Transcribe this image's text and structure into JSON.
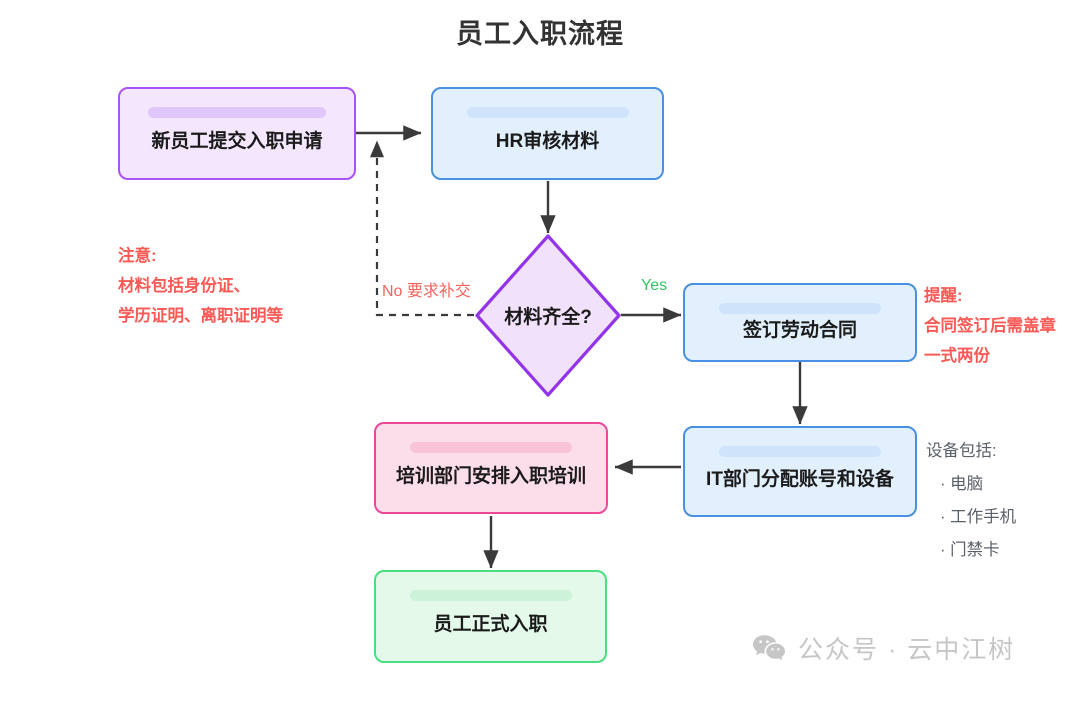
{
  "diagram": {
    "title": "员工入职流程",
    "nodes": [
      {
        "id": "n1",
        "label": "新员工提交入职申请",
        "shape": "process",
        "color": "purple",
        "border": "#a855f7",
        "fill": "#f4e6fd"
      },
      {
        "id": "n2",
        "label": "HR审核材料",
        "shape": "process",
        "color": "blue",
        "border": "#4a90e2",
        "fill": "#e2f0fd"
      },
      {
        "id": "n3",
        "label": "材料齐全?",
        "shape": "decision",
        "color": "purple",
        "border": "#9333ea",
        "fill": "#f1e1fb"
      },
      {
        "id": "n4",
        "label": "签订劳动合同",
        "shape": "process",
        "color": "blue",
        "border": "#4a90e2",
        "fill": "#e2f0fd"
      },
      {
        "id": "n5",
        "label": "IT部门分配账号和设备",
        "shape": "process",
        "color": "blue",
        "border": "#4a90e2",
        "fill": "#e2f0fd"
      },
      {
        "id": "n6",
        "label": "培训部门安排入职培训",
        "shape": "process",
        "color": "pink",
        "border": "#ec4899",
        "fill": "#fcdeeb"
      },
      {
        "id": "n7",
        "label": "员工正式入职",
        "shape": "process",
        "color": "green",
        "border": "#4ade80",
        "fill": "#e4f9ea"
      }
    ],
    "edges": [
      {
        "from": "n1",
        "to": "n2",
        "label": "",
        "style": "solid"
      },
      {
        "from": "n2",
        "to": "n3",
        "label": "",
        "style": "solid"
      },
      {
        "from": "n3",
        "to": "n4",
        "label": "Yes",
        "style": "solid",
        "label_color": "#35c463"
      },
      {
        "from": "n3",
        "to": "n2",
        "label": "No 要求补交",
        "style": "dashed",
        "label_color": "#f4645f"
      },
      {
        "from": "n4",
        "to": "n5",
        "label": "",
        "style": "solid"
      },
      {
        "from": "n5",
        "to": "n6",
        "label": "",
        "style": "solid"
      },
      {
        "from": "n6",
        "to": "n7",
        "label": "",
        "style": "solid"
      }
    ],
    "edge_labels": {
      "no": "No 要求补交",
      "yes": "Yes"
    },
    "annotations": {
      "left_note": {
        "color": "#fa5a55",
        "lines": [
          "注意:",
          "材料包括身份证、",
          "学历证明、离职证明等"
        ]
      },
      "right_note": {
        "color": "#fa5a55",
        "lines": [
          "提醒:",
          "合同签订后需盖章",
          "一式两份"
        ]
      },
      "device_note": {
        "color": "#5b6168",
        "heading": "设备包括:",
        "items": [
          "电脑",
          "工作手机",
          "门禁卡"
        ]
      }
    },
    "watermark": {
      "icon": "wechat-icon",
      "text": "公众号 · 云中江树",
      "color": "#c6c6c6"
    }
  }
}
